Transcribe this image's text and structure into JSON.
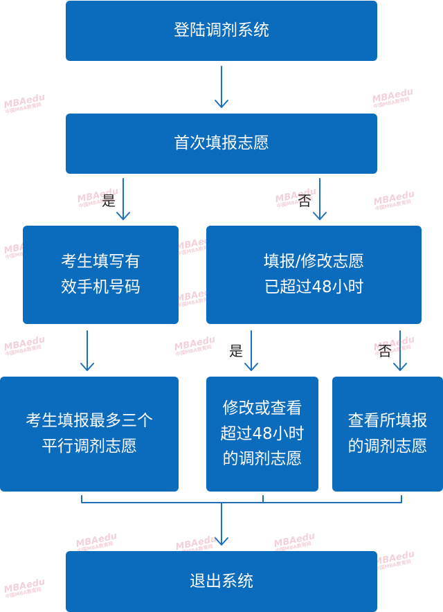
{
  "colors": {
    "box": "#0b6bbd",
    "arrow": "#1f6fb8",
    "text": "#ffffff"
  },
  "nodes": {
    "login": "登陆调剂系统",
    "first_fill": "首次填报志愿",
    "fill_phone": "考生填写有\n效手机号码",
    "over_48h": "填报/修改志愿\n已超过48小时",
    "fill_three": "考生填报最多三个\n平行调剂志愿",
    "modify_view": "修改或查看\n超过48小时\n的调剂志愿",
    "view_filled": "查看所填报\n的调剂志愿",
    "exit": "退出系统"
  },
  "edge_labels": {
    "first_yes": "是",
    "first_no": "否",
    "over_yes": "是",
    "over_no": "否"
  },
  "watermark": {
    "brand": "MBAedu",
    "sub": "中国MBA教育网"
  }
}
